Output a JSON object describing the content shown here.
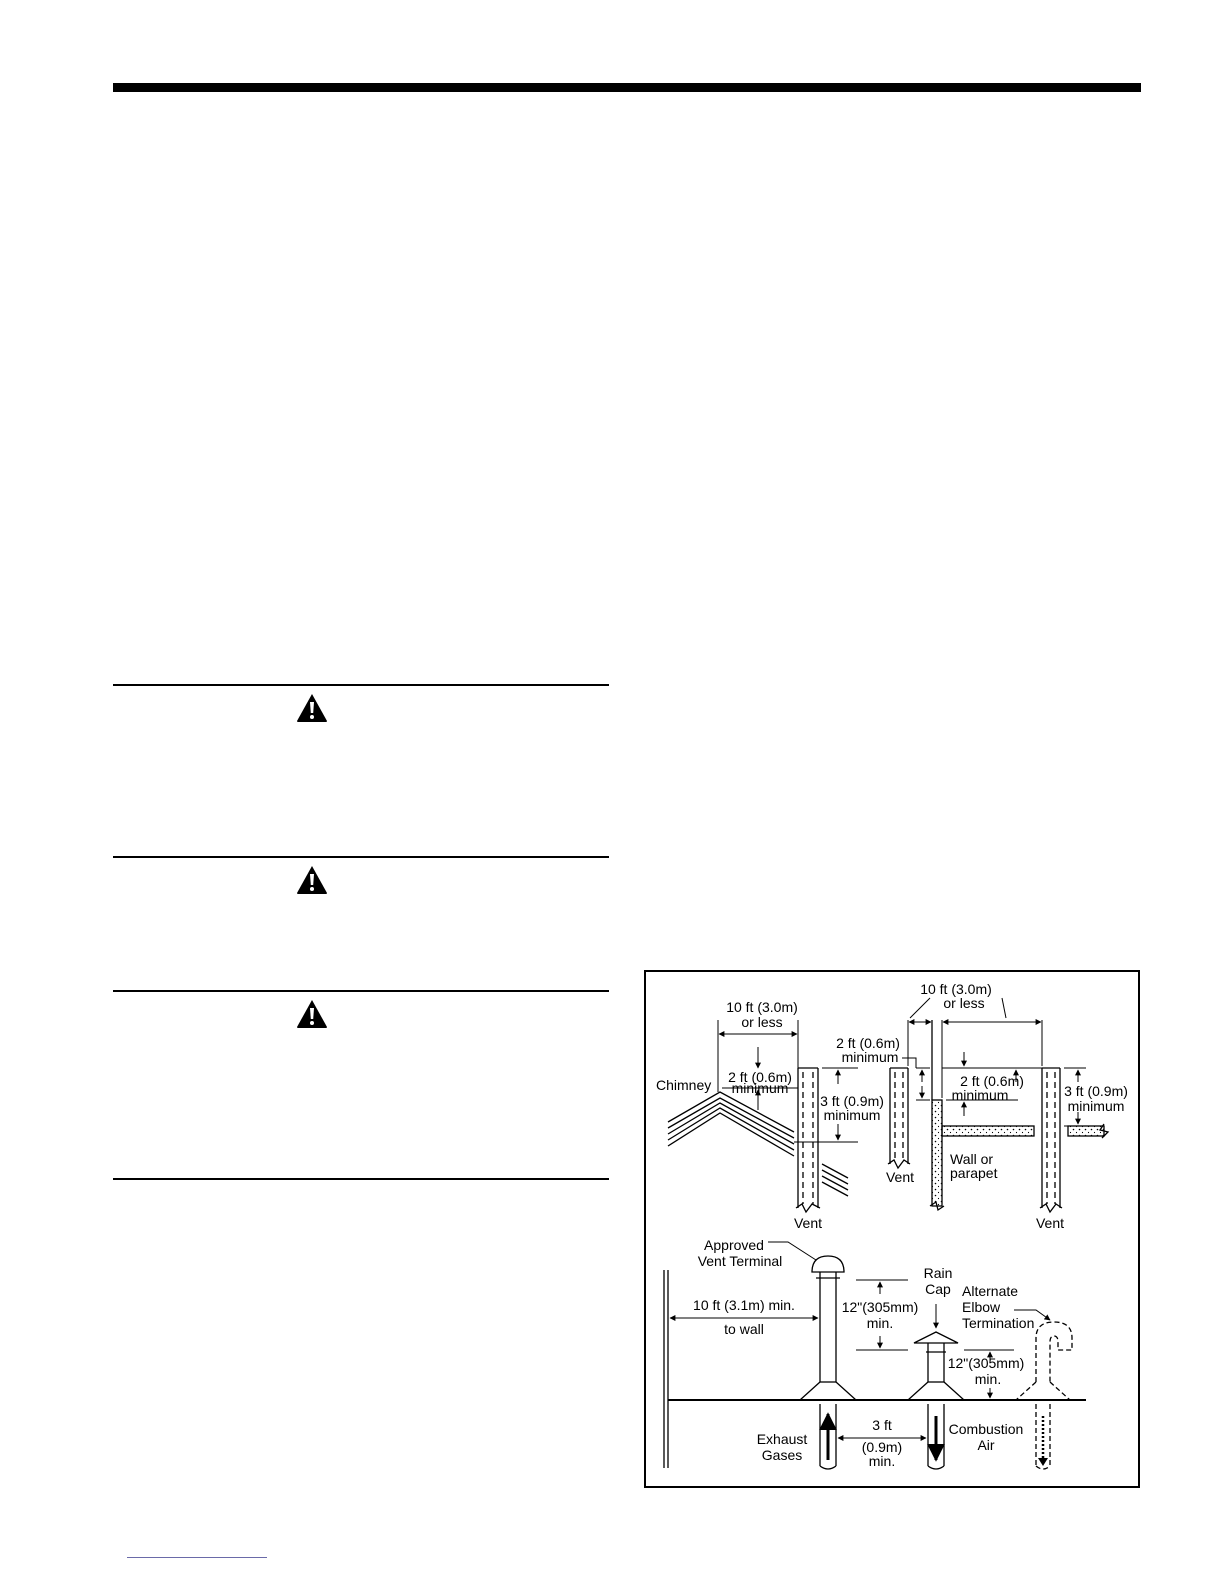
{
  "warnings": [
    {
      "icon": "warning-triangle-icon"
    },
    {
      "icon": "warning-triangle-icon"
    },
    {
      "icon": "warning-triangle-icon"
    }
  ],
  "figure": {
    "roof": {
      "dim_10ft": [
        "10 ft (3.0m)",
        "or less"
      ],
      "dim_2ft": [
        "2 ft (0.6m)",
        "minimum"
      ],
      "dim_3ft": [
        "3 ft (0.9m)",
        "minimum"
      ],
      "chimney": "Chimney",
      "vent": "Vent"
    },
    "parapet": {
      "dim_10ft": [
        "10 ft (3.0m)",
        "or less"
      ],
      "dim_2ft_left": [
        "2 ft (0.6m)",
        "minimum"
      ],
      "dim_2ft_right": [
        "2 ft (0.6m)",
        "minimum"
      ],
      "dim_3ft": [
        "3 ft (0.9m)",
        "minimum"
      ],
      "vent_left": "Vent",
      "wall": [
        "Wall or",
        "parapet"
      ],
      "vent_right": "Vent"
    },
    "terminal": {
      "approved": [
        "Approved",
        "Vent Terminal"
      ],
      "to_wall": [
        "10 ft (3.1m) min.",
        "to wall"
      ],
      "dim_12_left": [
        "12\"(305mm)",
        "min."
      ],
      "rain_cap": [
        "Rain",
        "Cap"
      ],
      "alternate": [
        "Alternate",
        "Elbow",
        "Termination"
      ],
      "dim_12_right": [
        "12\"(305mm)",
        "min."
      ],
      "exhaust": [
        "Exhaust",
        "Gases"
      ],
      "dim_3ft": [
        "3 ft",
        "(0.9m)",
        "min."
      ],
      "combustion": [
        "Combustion",
        "Air"
      ]
    }
  }
}
